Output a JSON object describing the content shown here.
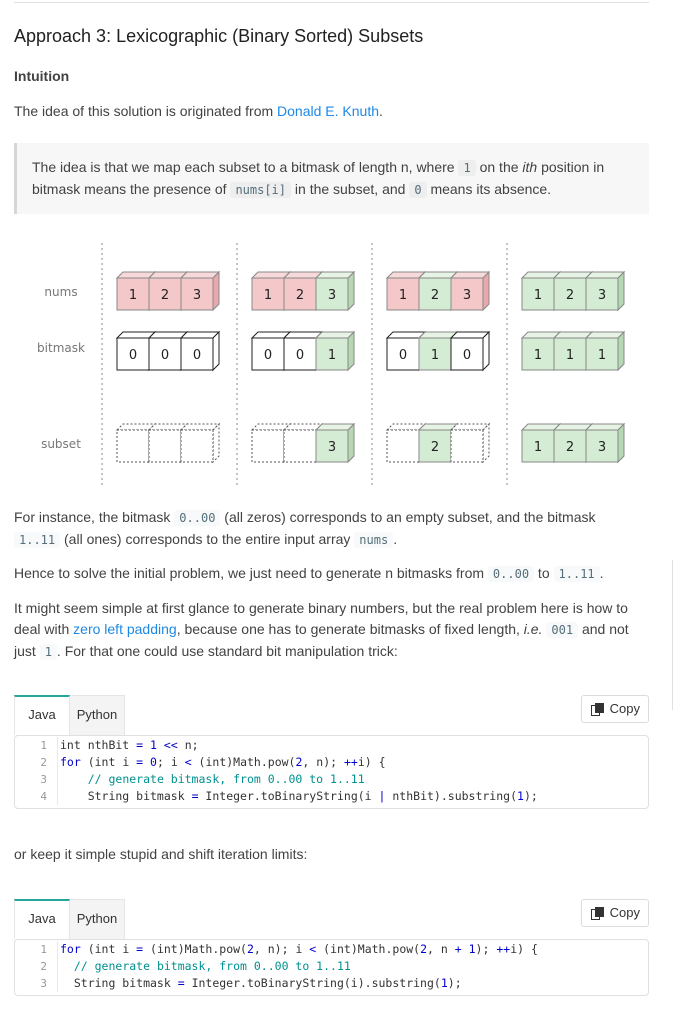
{
  "heading": "Approach 3: Lexicographic (Binary Sorted) Subsets",
  "intuition_label": "Intuition",
  "origin": {
    "prefix": "The idea of this solution is originated from ",
    "link": "Donald E. Knuth",
    "suffix": "."
  },
  "quote": {
    "t1": "The idea is that we map each subset to a bitmask of length n, where ",
    "c1": "1",
    "t2": " on the ",
    "em": "ith",
    "t3": " position in bitmask means the presence of ",
    "c2": "nums[i]",
    "t4": " in the subset, and ",
    "c3": "0",
    "t5": " means its absence."
  },
  "diagram": {
    "row_labels": [
      "nums",
      "bitmask",
      "subset"
    ],
    "groups": [
      {
        "nums": [
          "1",
          "2",
          "3"
        ],
        "bitmask": [
          "0",
          "0",
          "0"
        ],
        "subset": [
          "",
          "",
          ""
        ]
      },
      {
        "nums": [
          "1",
          "2",
          "3"
        ],
        "bitmask": [
          "0",
          "0",
          "1"
        ],
        "subset": [
          "",
          "",
          "3"
        ]
      },
      {
        "nums": [
          "1",
          "2",
          "3"
        ],
        "bitmask": [
          "0",
          "1",
          "0"
        ],
        "subset": [
          "",
          "2",
          ""
        ]
      },
      {
        "nums": [
          "1",
          "2",
          "3"
        ],
        "bitmask": [
          "1",
          "1",
          "1"
        ],
        "subset": [
          "1",
          "2",
          "3"
        ]
      }
    ],
    "colors": {
      "red": "#f4c7c9",
      "red_top": "#f8d9da",
      "red_side": "#e8a9ac",
      "green": "#d5ecd4",
      "green_top": "#e6f3e5",
      "green_side": "#b5d8b3",
      "white": "#ffffff"
    }
  },
  "p1": {
    "t1": "For instance, the bitmask ",
    "c1": "0..00",
    "t2": " (all zeros) corresponds to an empty subset, and the bitmask ",
    "c2": "1..11",
    "t3": " (all ones) corresponds to the entire input array ",
    "c3": "nums",
    "t4": "."
  },
  "p2": {
    "t1": "Hence to solve the initial problem, we just need to generate n bitmasks from ",
    "c1": "0..00",
    "t2": " to ",
    "c2": "1..11",
    "t3": "."
  },
  "p3": {
    "t1": "It might seem simple at first glance to generate binary numbers, but the real problem here is how to deal with ",
    "link": "zero left padding",
    "t2": ", because one has to generate bitmasks of fixed length, ",
    "em": "i.e.",
    "c1": "001",
    "t3": " and not just ",
    "c2": "1",
    "t4": ". For that one could use standard bit manipulation trick:"
  },
  "code1": {
    "tabs": [
      "Java",
      "Python"
    ],
    "copy": "Copy",
    "lines": [
      {
        "n": "1",
        "parts": [
          [
            "",
            "int nthBit "
          ],
          [
            "op",
            "="
          ],
          [
            "",
            " "
          ],
          [
            "num",
            "1"
          ],
          [
            "",
            " "
          ],
          [
            "op",
            "<<"
          ],
          [
            "",
            " n;"
          ]
        ]
      },
      {
        "n": "2",
        "parts": [
          [
            "kw",
            "for"
          ],
          [
            "",
            " (int i "
          ],
          [
            "op",
            "="
          ],
          [
            "",
            " "
          ],
          [
            "num",
            "0"
          ],
          [
            "",
            "; i "
          ],
          [
            "op",
            "<"
          ],
          [
            "",
            " (int)Math.pow("
          ],
          [
            "num",
            "2"
          ],
          [
            "",
            ", n); "
          ],
          [
            "op",
            "++"
          ],
          [
            "",
            "i) {"
          ]
        ]
      },
      {
        "n": "3",
        "parts": [
          [
            "",
            "    "
          ],
          [
            "cm",
            "// generate bitmask, from 0..00 to 1..11"
          ]
        ]
      },
      {
        "n": "4",
        "parts": [
          [
            "",
            "    String bitmask "
          ],
          [
            "op",
            "="
          ],
          [
            "",
            " Integer.toBinaryString(i "
          ],
          [
            "op",
            "|"
          ],
          [
            "",
            " nthBit).substring("
          ],
          [
            "num",
            "1"
          ],
          [
            "",
            ");"
          ]
        ]
      }
    ]
  },
  "p4": "or keep it simple stupid and shift iteration limits:",
  "code2": {
    "tabs": [
      "Java",
      "Python"
    ],
    "copy": "Copy",
    "lines": [
      {
        "n": "1",
        "parts": [
          [
            "kw",
            "for"
          ],
          [
            "",
            " (int i "
          ],
          [
            "op",
            "="
          ],
          [
            "",
            " (int)Math.pow("
          ],
          [
            "num",
            "2"
          ],
          [
            "",
            ", n); i "
          ],
          [
            "op",
            "<"
          ],
          [
            "",
            " (int)Math.pow("
          ],
          [
            "num",
            "2"
          ],
          [
            "",
            ", n "
          ],
          [
            "op",
            "+"
          ],
          [
            "",
            " "
          ],
          [
            "num",
            "1"
          ],
          [
            "",
            "); "
          ],
          [
            "op",
            "++"
          ],
          [
            "",
            "i) {"
          ]
        ]
      },
      {
        "n": "2",
        "parts": [
          [
            "",
            "  "
          ],
          [
            "cm",
            "// generate bitmask, from 0..00 to 1..11"
          ]
        ]
      },
      {
        "n": "3",
        "parts": [
          [
            "",
            "  String bitmask "
          ],
          [
            "op",
            "="
          ],
          [
            "",
            " Integer.toBinaryString(i).substring("
          ],
          [
            "num",
            "1"
          ],
          [
            "",
            ");"
          ]
        ]
      }
    ]
  }
}
